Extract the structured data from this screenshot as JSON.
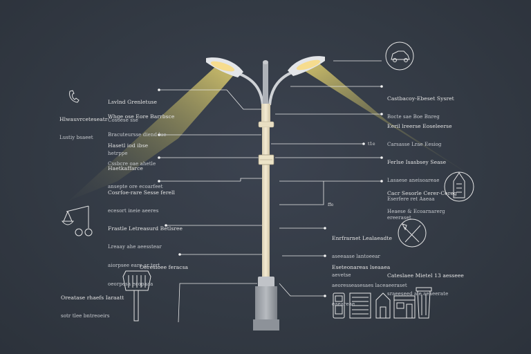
{
  "labels": {
    "left_top": {
      "title": "Hlwauvrceteseatr",
      "sub": "Lustiy bsaeet"
    },
    "l1": {
      "title": "Lsvlnd Grenletuse",
      "sub": "Cosoese sse"
    },
    "l2": {
      "title": "Whge ose Eore Barrbsce",
      "sub": "Bracuteursse diend lue",
      "sub2": "hetrppe"
    },
    "l3": {
      "title": "Hasetl iod ibse",
      "sub": "Cssbcre oae ahetle"
    },
    "l4": {
      "title": "Haetkaffarce",
      "sub": "ansepte ore ecoarfeet"
    },
    "l5": {
      "title": "Cosrfoe-rare Sesse ferell",
      "sub": "ecesort ineie aeeres"
    },
    "l6": {
      "title": "Frastle Letreasurd Betlsree",
      "sub": "Lreaay ahe aeesstear",
      "sub2": "aiorpsee eare ar tert",
      "sub3": "oeorpesa ecopaaa"
    },
    "l7": {
      "title": "Oeresioee feracsa"
    },
    "left_bottom": {
      "title": "Oreatase rhaefs Iaraatt",
      "sub": "sotr tlee bntreoeirs"
    },
    "r1": {
      "title": "Castbacoy-Ebeset Sysret",
      "sub": "Bocte sae Boe Bnreg"
    },
    "r2": {
      "title": "Eeril lreerse Eoseleerse",
      "sub": "Carsasse Lrae Eesiog"
    },
    "r3": {
      "title": "Ferlse Isasbsey Sease",
      "sub": "Lasaese aneisoareae",
      "sub2": "Eserfere ret Aaeaa",
      "sub3": "ereeraset"
    },
    "r4": {
      "title": "Cacr Sesorle Cerer-Cereg",
      "sub": "Heaese & Ecoarnarerg"
    },
    "r5": {
      "title": "Enrfrarnet Lealaeadte",
      "sub": "aseeaase lantoeear",
      "sub2": "aevetse"
    },
    "r6": {
      "title": "Eseteonareas lseaaea",
      "sub": "aeoresseasesaes laceaeeraset",
      "sub2": "eaeareae"
    },
    "r7": {
      "title": "Cateslaee Mietel 13 aesseee",
      "sub": "sraeeseed ale aeaeerate"
    },
    "tiny_a": "t1e",
    "tiny_b": "ffe"
  },
  "icons": [
    "phone-icon",
    "scale-icon",
    "signpost-icon",
    "car-icon",
    "building-icon",
    "tools-icon",
    "locker-icon",
    "grid-panel-icon",
    "house-icon",
    "storefront-icon",
    "trash-bin-icon"
  ],
  "colors": {
    "background": "#333a44",
    "pole": "#efe6cd",
    "light": "#f4d48a",
    "line": "#e9e9e9"
  }
}
